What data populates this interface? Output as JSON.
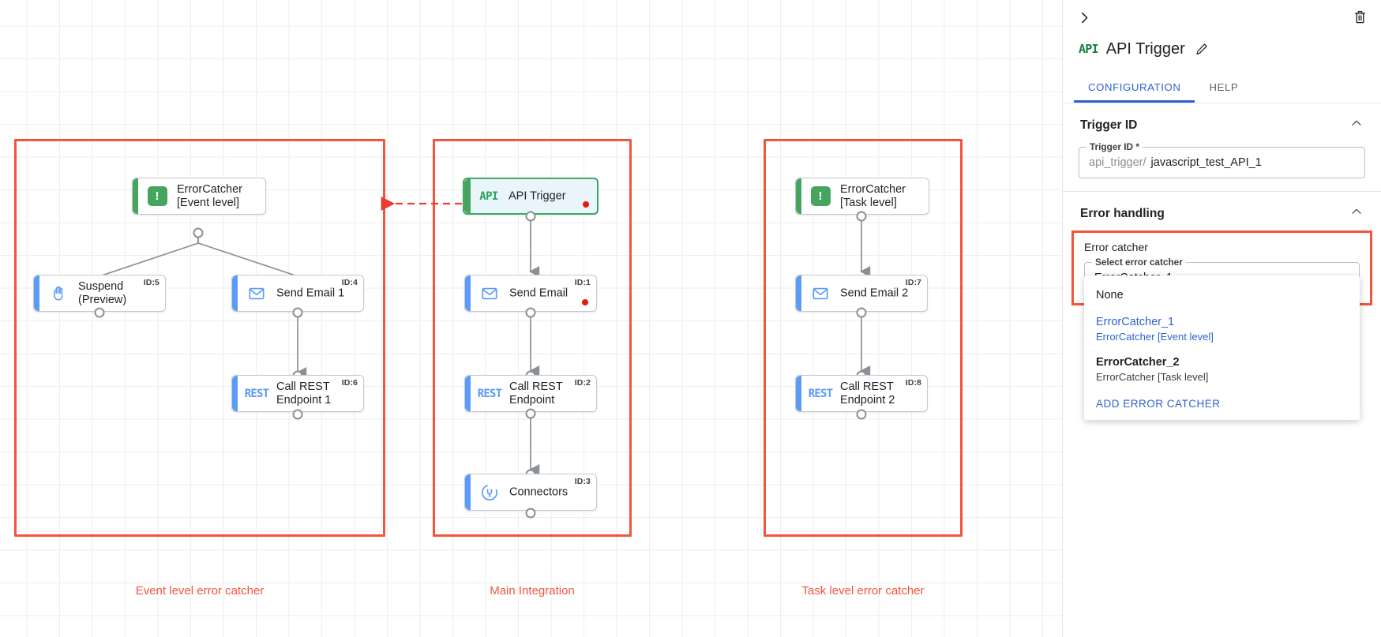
{
  "canvas": {
    "groups": [
      {
        "id": "event-level",
        "label": "Event level error catcher"
      },
      {
        "id": "main-integration",
        "label": "Main Integration"
      },
      {
        "id": "task-level",
        "label": "Task level error catcher"
      }
    ],
    "nodes": [
      {
        "key": "ec1",
        "label": "ErrorCatcher\n[Event level]",
        "icon": "error-catcher-icon",
        "id_tag": "",
        "kind": "green",
        "selected": false,
        "error_dot": false
      },
      {
        "key": "suspend",
        "label": "Suspend\n(Preview)",
        "icon": "hand-icon",
        "id_tag": "ID:5",
        "kind": "blue",
        "selected": false,
        "error_dot": false
      },
      {
        "key": "email1",
        "label": "Send Email 1",
        "icon": "envelope-icon",
        "id_tag": "ID:4",
        "kind": "blue",
        "selected": false,
        "error_dot": false
      },
      {
        "key": "rest1",
        "label": "Call REST\nEndpoint 1",
        "icon": "rest-icon",
        "id_tag": "ID:6",
        "kind": "blue",
        "selected": false,
        "error_dot": false
      },
      {
        "key": "apitrig",
        "label": "API Trigger",
        "icon": "api-icon",
        "id_tag": "",
        "kind": "green",
        "selected": true,
        "error_dot": true
      },
      {
        "key": "email0",
        "label": "Send Email",
        "icon": "envelope-icon",
        "id_tag": "ID:1",
        "kind": "blue",
        "selected": false,
        "error_dot": true
      },
      {
        "key": "rest0",
        "label": "Call REST\nEndpoint",
        "icon": "rest-icon",
        "id_tag": "ID:2",
        "kind": "blue",
        "selected": false,
        "error_dot": false
      },
      {
        "key": "conn",
        "label": "Connectors",
        "icon": "connectors-icon",
        "id_tag": "ID:3",
        "kind": "blue",
        "selected": false,
        "error_dot": false
      },
      {
        "key": "ec2",
        "label": "ErrorCatcher\n[Task level]",
        "icon": "error-catcher-icon",
        "id_tag": "",
        "kind": "green",
        "selected": false,
        "error_dot": false
      },
      {
        "key": "email2",
        "label": "Send Email 2",
        "icon": "envelope-icon",
        "id_tag": "ID:7",
        "kind": "blue",
        "selected": false,
        "error_dot": false
      },
      {
        "key": "rest2",
        "label": "Call REST\nEndpoint 2",
        "icon": "rest-icon",
        "id_tag": "ID:8",
        "kind": "blue",
        "selected": false,
        "error_dot": false
      }
    ],
    "colors": {
      "group_border": "#f4543c",
      "group_label": "#f4543c",
      "selected_node": "#3fa862",
      "error_dot": "#e8190c"
    }
  },
  "panel": {
    "collapse_icon": "chevron-right-icon",
    "delete_icon": "trash-icon",
    "badge": "API",
    "title": "API Trigger",
    "edit_icon": "pencil-icon",
    "tabs": [
      {
        "id": "configuration",
        "label": "CONFIGURATION",
        "active": true
      },
      {
        "id": "help",
        "label": "HELP",
        "active": false
      }
    ],
    "trigger_id_section": {
      "heading": "Trigger ID",
      "collapse_icon": "chevron-up-icon",
      "field_legend": "Trigger ID *",
      "prefix": "api_trigger/",
      "value": "javascript_test_API_1"
    },
    "error_handling_section": {
      "heading": "Error handling",
      "collapse_icon": "chevron-up-icon",
      "sublabel": "Error catcher",
      "select_legend": "Select error catcher",
      "selected_value": "ErrorCatcher_1",
      "dropdown_icon": "chevron-down-icon",
      "options": [
        {
          "main": "None",
          "sub": "",
          "selected": false,
          "strong": false
        },
        {
          "main": "ErrorCatcher_1",
          "sub": "ErrorCatcher [Event level]",
          "selected": true,
          "strong": false
        },
        {
          "main": "ErrorCatcher_2",
          "sub": "ErrorCatcher [Task level]",
          "selected": false,
          "strong": true
        }
      ],
      "action_label": "ADD ERROR CATCHER"
    }
  }
}
